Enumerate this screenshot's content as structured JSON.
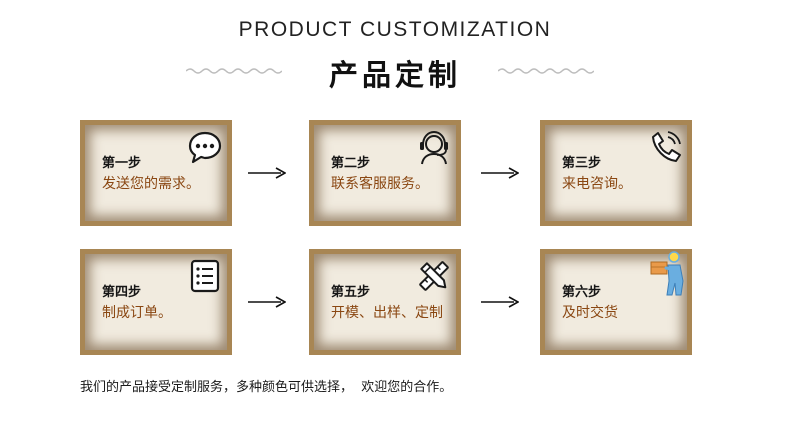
{
  "header": {
    "title_en": "PRODUCT CUSTOMIZATION",
    "title_cn": "产品定制"
  },
  "steps": [
    {
      "label": "第一步",
      "text": "发送您的需求。",
      "icon": "chat-bubble-icon"
    },
    {
      "label": "第二步",
      "text": "联系客服服务。",
      "icon": "customer-service-headset-icon"
    },
    {
      "label": "第三步",
      "text": "来电咨询。",
      "icon": "phone-icon"
    },
    {
      "label": "第四步",
      "text": "制成订单。",
      "icon": "order-list-icon"
    },
    {
      "label": "第五步",
      "text": "开模、出样、定制",
      "icon": "pencil-ruler-icon"
    },
    {
      "label": "第六步",
      "text": "及时交货",
      "icon": "delivery-person-icon"
    }
  ],
  "colors": {
    "card_border": "#a88654",
    "card_fill": "#f1ebdf",
    "desc_text": "#8a4712",
    "icon_blue": "#6aaee0",
    "box_orange": "#e99a4a"
  },
  "footer": {
    "text": "我们的产品接受定制服务，多种颜色可供选择，  欢迎您的合作。"
  }
}
